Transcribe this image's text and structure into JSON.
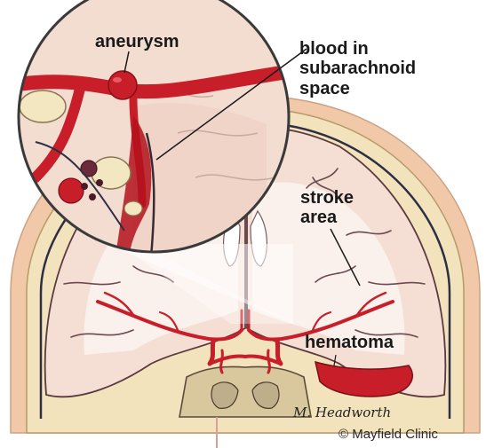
{
  "labels": {
    "aneurysm": "aneurysm",
    "blood_line1": "blood in",
    "blood_line2": "subarachnoid",
    "blood_line3": "space",
    "stroke_line1": "stroke",
    "stroke_line2": "area",
    "hematoma": "hematoma"
  },
  "credit": "© Mayfield Clinic",
  "signature": "M. Headworth",
  "colors": {
    "skin": "#f2c8a6",
    "skull": "#f3e3bd",
    "brain": "#f4e0d8",
    "blood": "#c81e2a",
    "outline": "#3a2a33",
    "background": "#ffffff"
  }
}
